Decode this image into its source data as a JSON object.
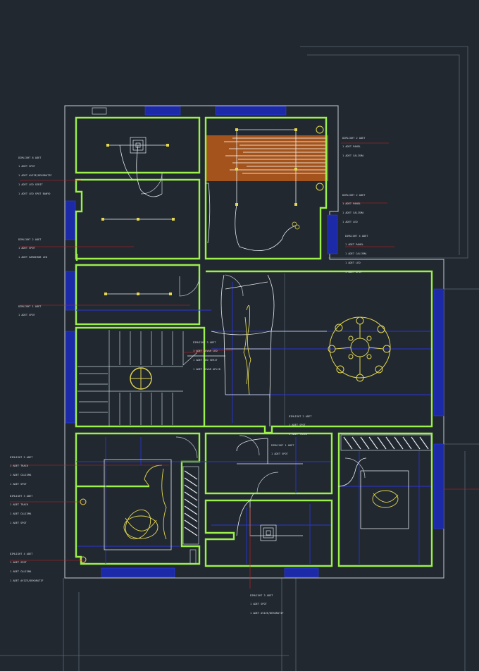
{
  "drawing": {
    "colors": {
      "background": "#212830",
      "walls": "#9bf04a",
      "outline": "#c6cdd4",
      "wiring": "#e8ecef",
      "circuits": "#2a36d6",
      "fixtures": "#e3d850",
      "wood": "#a5531c",
      "annotation": "#d33030"
    },
    "annotations": [
      {
        "lines": [
          "DIMLIGHT 8 ADET",
          "1 ADET SPOT",
          "1 ADET AVIZE/DEKORATIF",
          "1 ADET LED SERIT",
          "1 ADET LED SPOT BANYO"
        ]
      },
      {
        "lines": [
          "DIMLIGHT 2 ADET",
          "1 ADET SPOT",
          "1 ADET GARDIROB LED"
        ]
      },
      {
        "lines": [
          "DIMLIGHT 1 ADET",
          "1 ADET SPOT"
        ]
      },
      {
        "lines": [
          "DIMLIGHT 2 ADET",
          "1 ADET PANEL",
          "1 ADET CALISMA"
        ]
      },
      {
        "lines": [
          "DIMLIGHT 2 ADET",
          "1 ADET PANEL",
          "1 ADET CALISMA",
          "1 ADET LED"
        ]
      },
      {
        "lines": [
          "DIMLIGHT 4 ADET",
          "1 ADET PANEL",
          "1 ADET CALISMA",
          "1 ADET LED",
          "1 ADET SPOT"
        ]
      },
      {
        "lines": [
          "DIMLIGHT 3 ADET",
          "1 ADET DUVAR LED",
          "1 ADET LED SERIT",
          "1 ADET DUVAR APLIK"
        ]
      },
      {
        "lines": [
          "DIMLIGHT 2 ADET",
          "1 ADET SPOT",
          "1 ADET TRACK"
        ]
      },
      {
        "lines": [
          "DIMLIGHT 1 ADET",
          "1 ADET SPOT"
        ]
      },
      {
        "lines": [
          "DIMLIGHT 5 ADET",
          "1 ADET TRACK",
          "1 ADET CALISMA",
          "1 ADET SPOT"
        ]
      },
      {
        "lines": [
          "DIMLIGHT 3 ADET",
          "1 ADET TRACK",
          "1 ADET CALISMA",
          "1 ADET SPOT"
        ]
      },
      {
        "lines": [
          "DIMLIGHT 4 ADET",
          "1 ADET SPOT",
          "1 ADET CALISMA",
          "1 ADET AVIZE/DEKORATIF"
        ]
      },
      {
        "lines": [
          "DIMLIGHT 3 ADET",
          "1 ADET SPOT",
          "1 ADET AVIZE/DEKORATIF"
        ]
      }
    ]
  }
}
